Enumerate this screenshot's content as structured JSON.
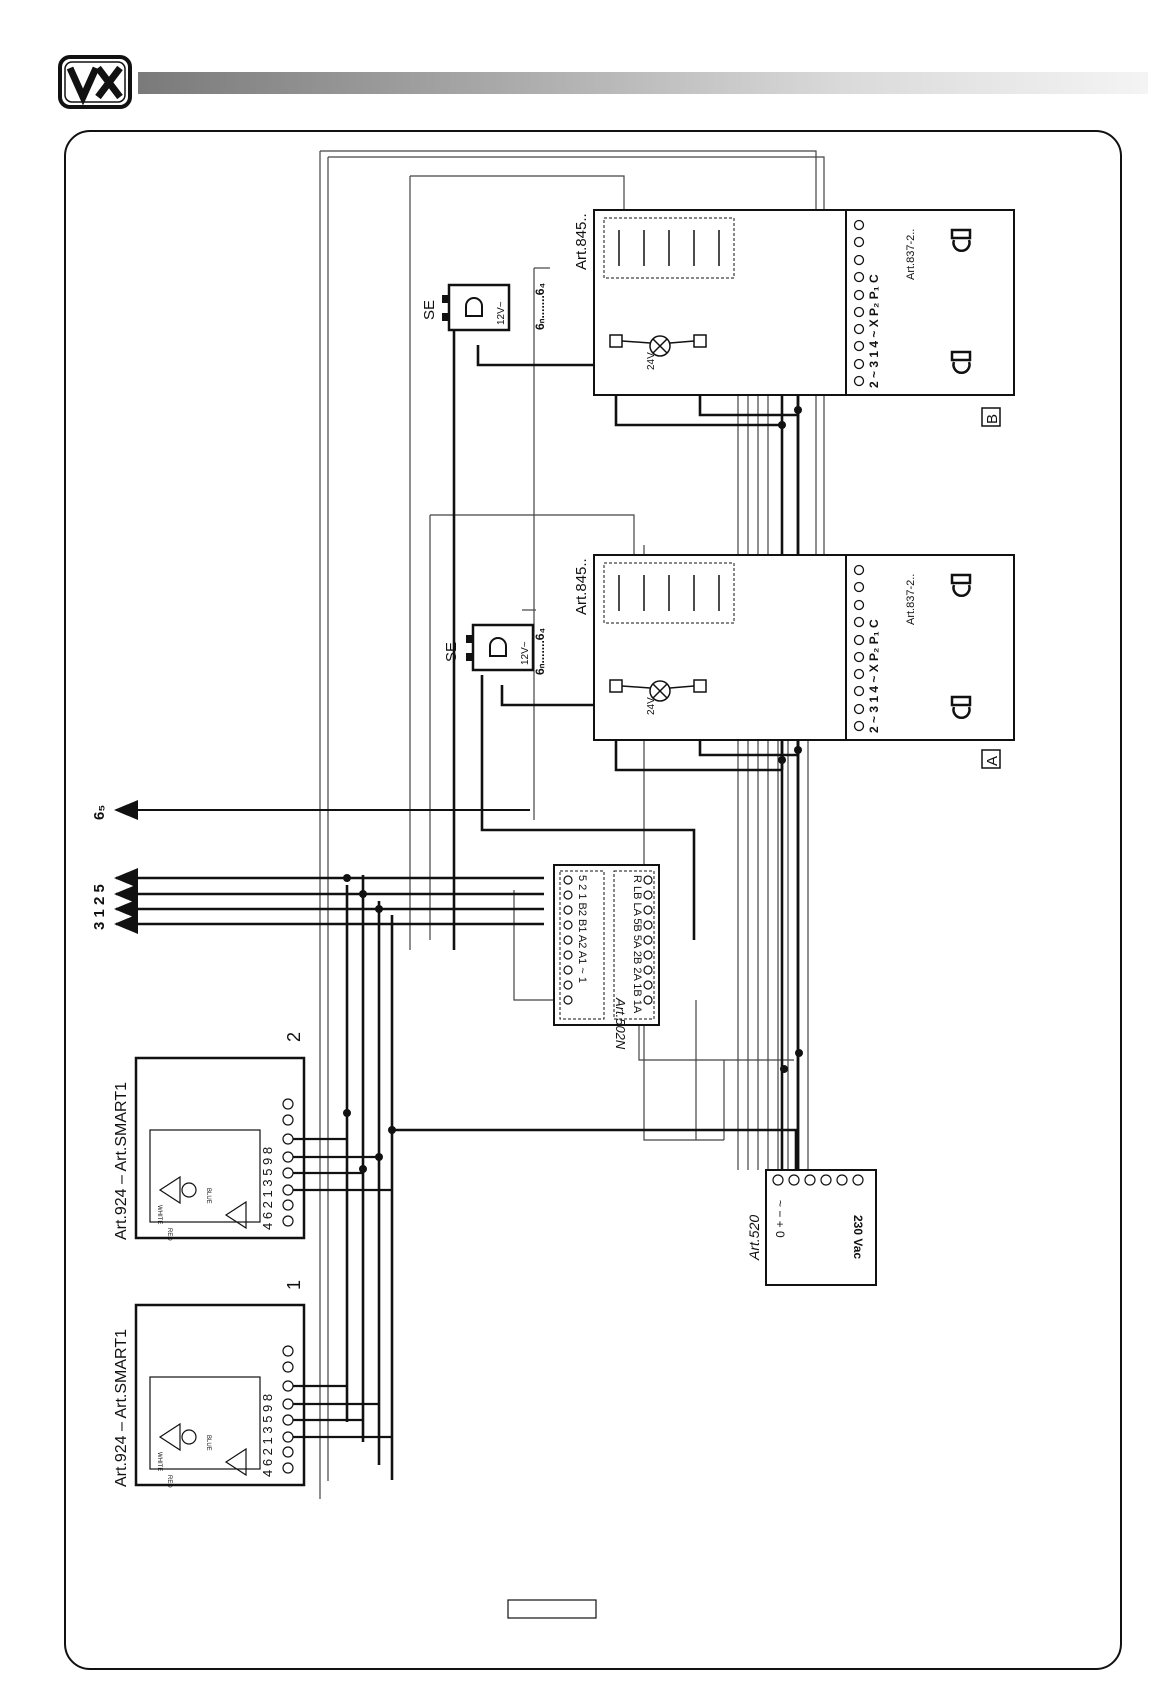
{
  "logo": {
    "text": "VX"
  },
  "panels": [
    {
      "id": "B",
      "module": "Art.845..",
      "unit": "Art.837-2..",
      "terminals": [
        "2",
        "~",
        "3",
        "1",
        "4",
        "~",
        "X",
        "P₂",
        "P₁",
        "C"
      ],
      "lamp": "24V",
      "lock_label": "SE",
      "lock_voltage": "12V~",
      "button_range": "6ₙ.......6₄"
    },
    {
      "id": "A",
      "module": "Art.845..",
      "unit": "Art.837-2..",
      "terminals": [
        "2",
        "~",
        "3",
        "1",
        "4",
        "~",
        "X",
        "P₂",
        "P₁",
        "C"
      ],
      "lamp": "24V",
      "lock_label": "SE",
      "lock_voltage": "12V~",
      "button_range": "6ₙ.......6₄"
    }
  ],
  "switcher": {
    "model": "Art.502N",
    "left_terminals": [
      "5",
      "2",
      "1",
      "B2",
      "B1",
      "A2",
      "A1",
      "~",
      "1"
    ],
    "right_terminals": [
      "R",
      "LB",
      "LA",
      "5B",
      "5A",
      "2B",
      "2A",
      "1B",
      "1A"
    ]
  },
  "supply": {
    "model": "Art.520",
    "terminals": [
      "~",
      "−",
      "+",
      "0",
      "230 Vac"
    ]
  },
  "handsets": [
    {
      "id": "1",
      "label": "Art.924  –  Art.SMART1",
      "terminals": [
        "4",
        "6",
        "2",
        "1",
        "3",
        "5",
        "9",
        "8"
      ],
      "wire_colors": [
        "RED",
        "WHITE",
        "BLUE"
      ]
    },
    {
      "id": "2",
      "label": "Art.924  –  Art.SMART1",
      "terminals": [
        "4",
        "6",
        "2",
        "1",
        "3",
        "5",
        "9",
        "8"
      ],
      "wire_colors": [
        "RED",
        "WHITE",
        "BLUE"
      ]
    }
  ],
  "outputs": {
    "bus": "3  1  2  5",
    "extra": "6₅"
  }
}
